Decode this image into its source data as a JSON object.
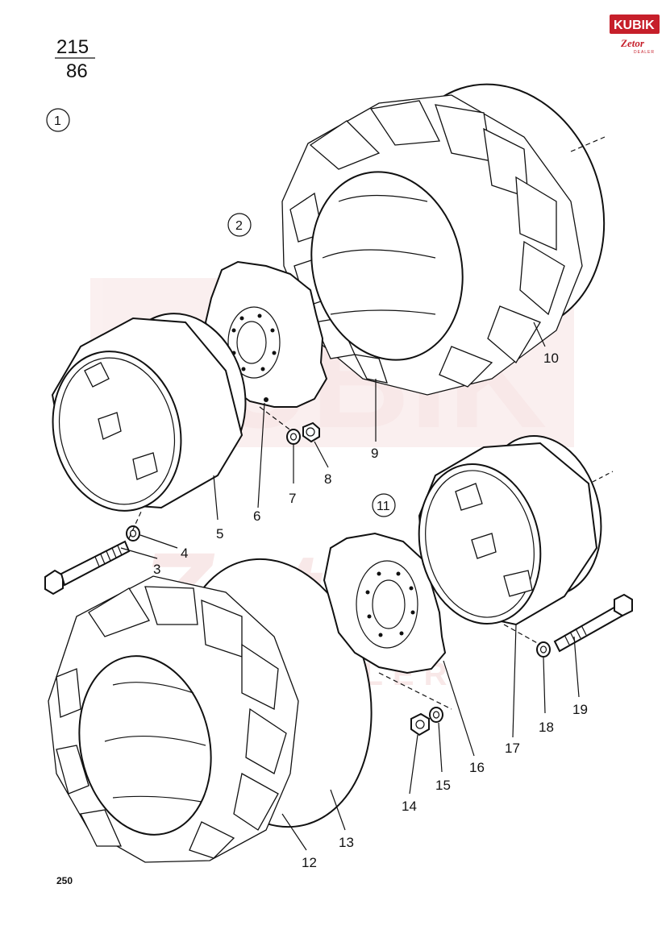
{
  "header": {
    "fraction_top": "215",
    "fraction_bottom": "86"
  },
  "logo": {
    "brand": "KUBIK",
    "sub": "Zetor",
    "dealer": "DEALER",
    "color": "#c61f2a"
  },
  "groups": [
    "1",
    "2",
    "11"
  ],
  "callouts": [
    "3",
    "4",
    "5",
    "6",
    "7",
    "8",
    "9",
    "10",
    "12",
    "13",
    "14",
    "15",
    "16",
    "17",
    "18",
    "19"
  ],
  "page_number": "250"
}
